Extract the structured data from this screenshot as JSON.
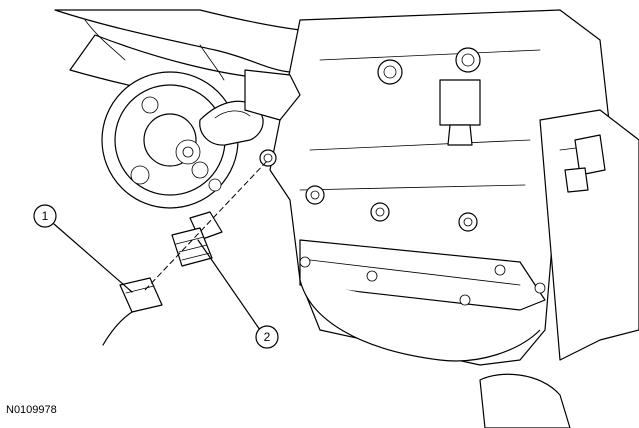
{
  "figure": {
    "id": "N0109978",
    "callouts": [
      {
        "number": "1"
      },
      {
        "number": "2"
      }
    ]
  }
}
